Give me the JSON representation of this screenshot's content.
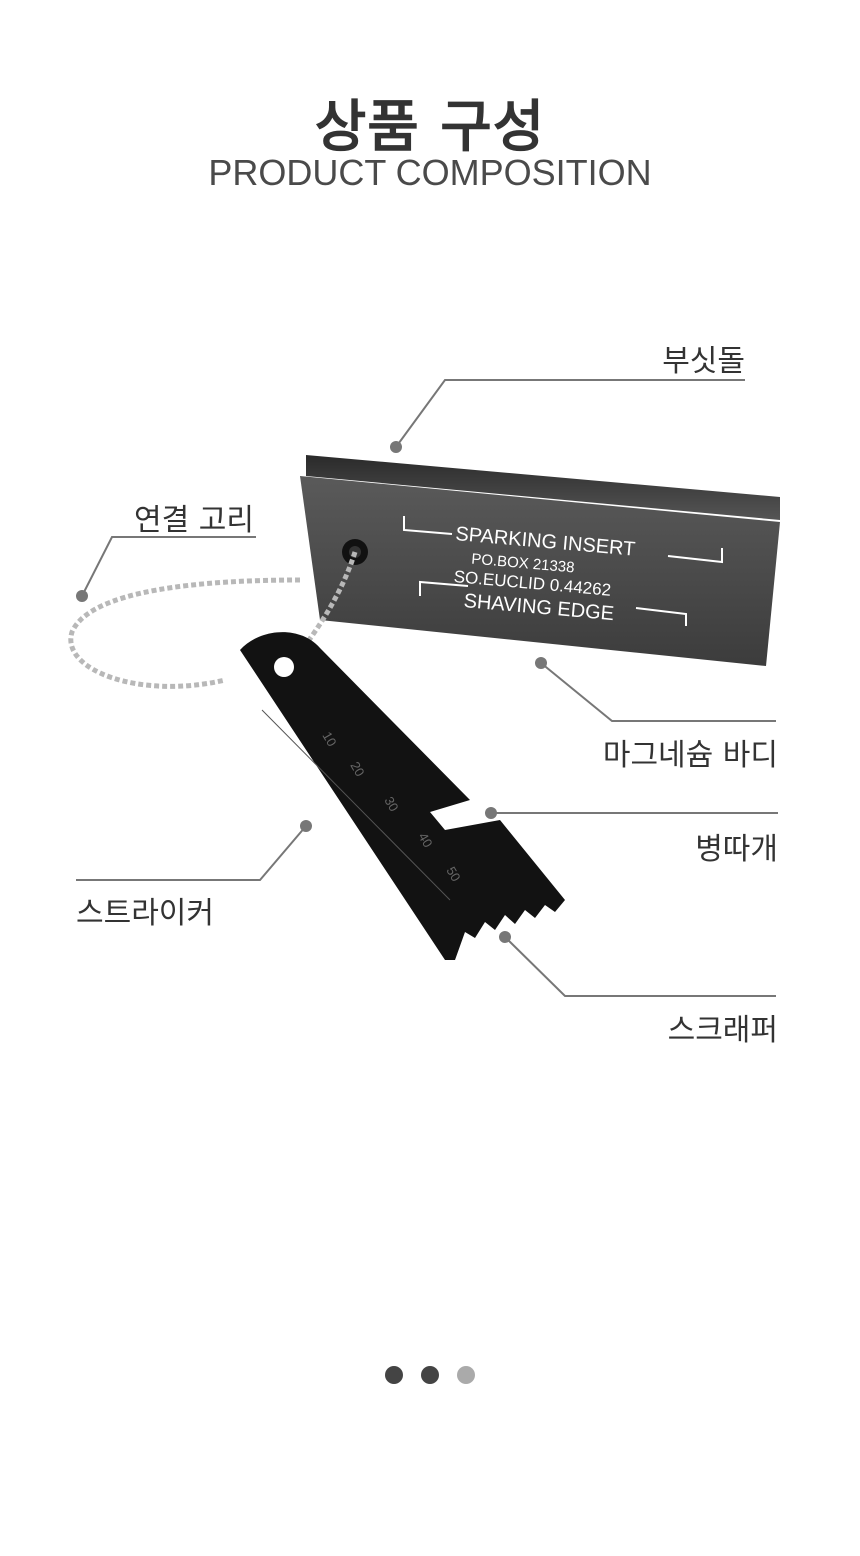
{
  "header": {
    "title": "상품 구성",
    "subtitle": "PRODUCT COMPOSITION"
  },
  "product": {
    "plate_lines": [
      "SPARKING INSERT",
      "PO.BOX   21338",
      "SO.EUCLID 0.44262",
      "SHAVING EDGE"
    ],
    "ruler_ticks": [
      "10",
      "20",
      "30",
      "40",
      "50"
    ]
  },
  "labels": {
    "flint": "부싯돌",
    "ring": "연결 고리",
    "magnesium": "마그네슘 바디",
    "opener": "병따개",
    "striker": "스트라이커",
    "scraper": "스크래퍼"
  },
  "pagination": {
    "total": 3,
    "active_index": 1
  },
  "colors": {
    "leader_line": "#777777",
    "text": "#333333",
    "magnesium_body": "#4a4a4a",
    "striker": "#111111",
    "dot_active": "#444444",
    "dot_inactive": "#aaaaaa"
  }
}
